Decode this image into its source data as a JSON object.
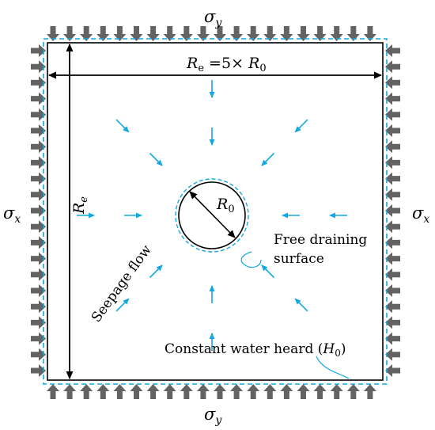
{
  "labels": {
    "sigma_y_top": "σ",
    "sigma_y_top_sub": "y",
    "sigma_y_bottom": "σ",
    "sigma_y_bottom_sub": "y",
    "sigma_x_left": "σ",
    "sigma_x_left_sub": "x",
    "sigma_x_right": "σ",
    "sigma_x_right_sub": "x",
    "re_eq_main": "R",
    "re_eq_sub": "e",
    "re_eq_rest": " =5× ",
    "re_eq_r0": "R",
    "re_eq_r0_sub": "0",
    "re_vertical": "R",
    "re_vertical_sub": "e",
    "r0_main": "R",
    "r0_sub": "0",
    "free_draining_line1": "Free draining",
    "free_draining_line2": "surface",
    "seepage_flow": "Seepage flow",
    "constant_head_prefix": "Constant water heard (",
    "constant_head_var": "H",
    "constant_head_sub": "0",
    "constant_head_suffix": ")"
  },
  "colors": {
    "load_arrow": "#636363",
    "seepage_arrow": "#14a7e0",
    "boundary_dashed": "#14a7e0",
    "outline": "#000000"
  },
  "icons": {
    "load": "filled-arrow-gray",
    "seepage": "thin-arrow-blue"
  }
}
